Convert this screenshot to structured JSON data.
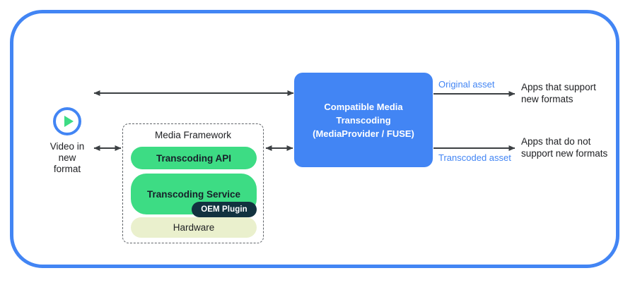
{
  "frame": {
    "border_color": "#4285f4"
  },
  "colors": {
    "blue": "#4285f4",
    "green": "#3ddc84",
    "pale_green": "#eaf0cd",
    "badge_navy": "#12323f",
    "arrow": "#3c4043",
    "text": "#202124",
    "dashed_border": "#5f6368"
  },
  "video_source": {
    "icon": "play-circle-icon",
    "label": "Video in\nnew\nformat"
  },
  "media_framework": {
    "title": "Media Framework",
    "layers": [
      {
        "name": "transcoding-api",
        "label": "Transcoding API"
      },
      {
        "name": "transcoding-service",
        "label": "Transcoding Service"
      },
      {
        "name": "hardware",
        "label": "Hardware"
      }
    ],
    "badge": "OEM Plugin"
  },
  "central_box": {
    "label": "Compatible Media\nTranscoding\n(MediaProvider / FUSE)"
  },
  "outputs": [
    {
      "asset_label": "Original asset",
      "apps_label": "Apps that support\nnew formats"
    },
    {
      "asset_label": "Transcoded asset",
      "apps_label": "Apps that do not\nsupport new formats"
    }
  ],
  "connectors": [
    {
      "name": "video-to-cmt-arrow",
      "direction": "bidirectional"
    },
    {
      "name": "video-to-framework-arrow",
      "direction": "bidirectional"
    },
    {
      "name": "framework-to-cmt-arrow",
      "direction": "bidirectional"
    },
    {
      "name": "cmt-to-supporting-apps-arrow",
      "direction": "right"
    },
    {
      "name": "cmt-to-nonsupporting-apps-arrow",
      "direction": "right"
    }
  ]
}
